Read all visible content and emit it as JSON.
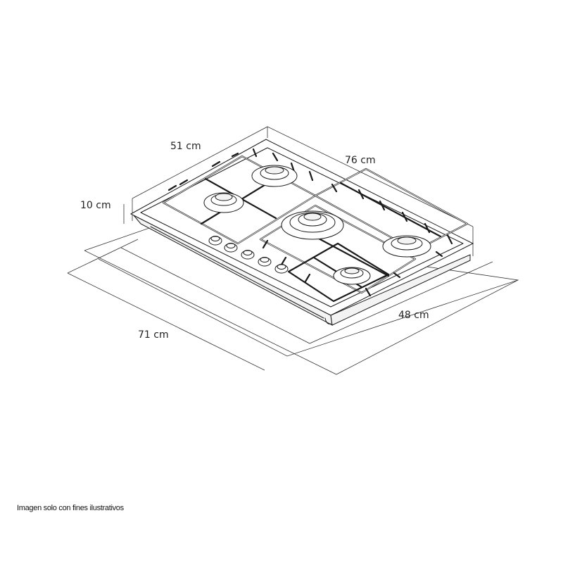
{
  "diagram": {
    "dimensions": {
      "depth_top": "51 cm",
      "width_top": "76 cm",
      "height": "10 cm",
      "cutout_width": "71 cm",
      "cutout_depth": "48 cm"
    },
    "burners": 5,
    "knobs": 5,
    "caption": "Imagen solo con fines ilustrativos"
  }
}
